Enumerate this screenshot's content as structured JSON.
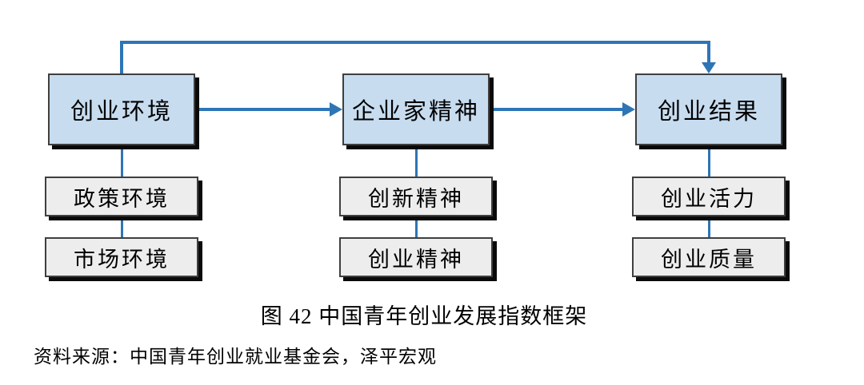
{
  "figure": {
    "caption": "图 42 中国青年创业发展指数框架",
    "source": "资料来源：中国青年创业就业基金会，泽平宏观"
  },
  "diagram": {
    "columns": [
      {
        "main": "创业环境",
        "subs": [
          "政策环境",
          "市场环境"
        ]
      },
      {
        "main": "企业家精神",
        "subs": [
          "创新精神",
          "创业精神"
        ]
      },
      {
        "main": "创业结果",
        "subs": [
          "创业活力",
          "创业质量"
        ]
      }
    ],
    "flow": [
      {
        "from": "创业环境",
        "to": "企业家精神",
        "type": "arrow-right"
      },
      {
        "from": "企业家精神",
        "to": "创业结果",
        "type": "arrow-right"
      },
      {
        "from": "创业环境",
        "to": "创业结果",
        "type": "feedback-loop-top"
      }
    ],
    "colors": {
      "main_box_fill": "#C7DCEF",
      "sub_box_fill": "#EDEDED",
      "box_border": "#3F3F3F",
      "connector": "#2E75B6",
      "shadow": "#0A0A0A",
      "text": "#000000",
      "background": "#FFFFFF"
    }
  }
}
